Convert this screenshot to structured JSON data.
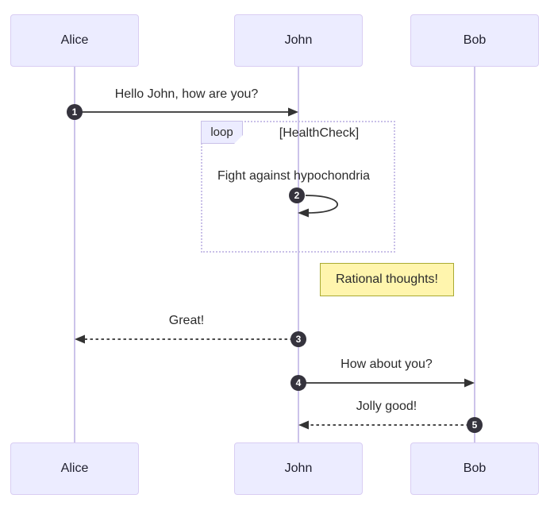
{
  "diagram": {
    "type": "sequence-diagram",
    "actors": [
      {
        "name": "Alice"
      },
      {
        "name": "John"
      },
      {
        "name": "Bob"
      }
    ],
    "messages": [
      {
        "seq": "1",
        "text": "Hello John, how are you?",
        "from": "Alice",
        "to": "John",
        "line": "solid"
      },
      {
        "seq": "2",
        "text": "Fight against hypochondria",
        "from": "John",
        "to": "John",
        "line": "solid-self"
      },
      {
        "seq": "3",
        "text": "Great!",
        "from": "John",
        "to": "Alice",
        "line": "dashed"
      },
      {
        "seq": "4",
        "text": "How about you?",
        "from": "John",
        "to": "Bob",
        "line": "solid"
      },
      {
        "seq": "5",
        "text": "Jolly good!",
        "from": "Bob",
        "to": "John",
        "line": "dashed"
      }
    ],
    "loop": {
      "label": "loop",
      "condition": "[HealthCheck]"
    },
    "note": {
      "text": "Rational thoughts!",
      "position": "right of John"
    },
    "colors": {
      "actor_fill": "#ECECFF",
      "actor_border": "#d9cdf3",
      "lifeline": "#ccc3ea",
      "loop_border": "#c9c0e8",
      "note_fill": "#fff5ad",
      "note_border": "#aaaa33",
      "signal": "#333333",
      "badge_fill": "#35333d",
      "badge_text": "#ffffff"
    }
  }
}
